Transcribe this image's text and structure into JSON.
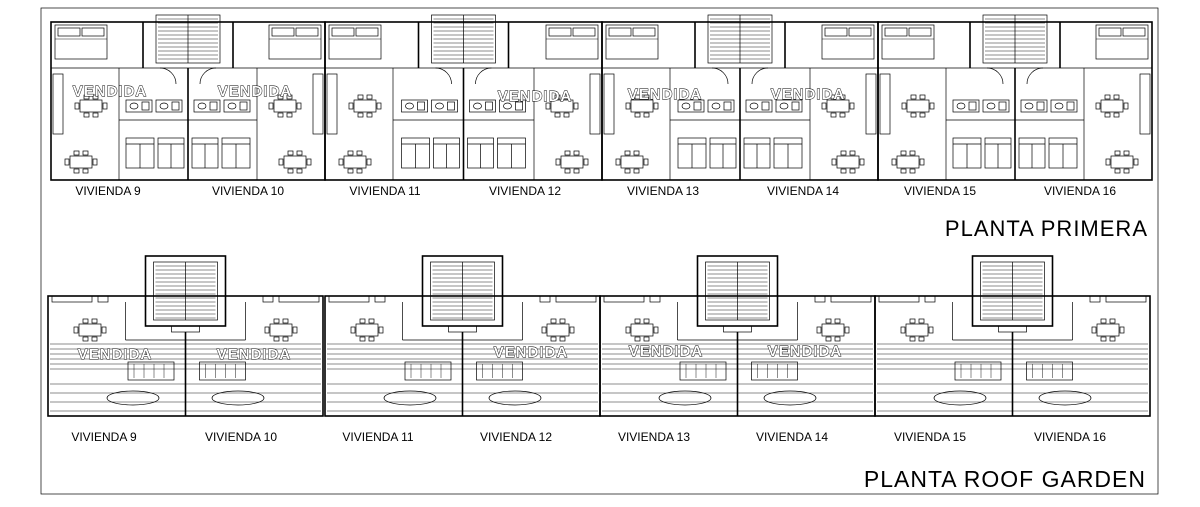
{
  "floors": [
    {
      "title": "PLANTA PRIMERA",
      "units": [
        {
          "label": "VIVIENDA 9",
          "sold": true
        },
        {
          "label": "VIVIENDA 10",
          "sold": true
        },
        {
          "label": "VIVIENDA 11",
          "sold": false
        },
        {
          "label": "VIVIENDA 12",
          "sold": true
        },
        {
          "label": "VIVIENDA 13",
          "sold": true
        },
        {
          "label": "VIVIENDA 14",
          "sold": true
        },
        {
          "label": "VIVIENDA 15",
          "sold": false
        },
        {
          "label": "VIVIENDA 16",
          "sold": false
        }
      ]
    },
    {
      "title": "PLANTA ROOF GARDEN",
      "units": [
        {
          "label": "VIVIENDA 9",
          "sold": true
        },
        {
          "label": "VIVIENDA 10",
          "sold": true
        },
        {
          "label": "VIVIENDA 11",
          "sold": false
        },
        {
          "label": "VIVIENDA 12",
          "sold": true
        },
        {
          "label": "VIVIENDA 13",
          "sold": true
        },
        {
          "label": "VIVIENDA 14",
          "sold": true
        },
        {
          "label": "VIVIENDA 15",
          "sold": false
        },
        {
          "label": "VIVIENDA 16",
          "sold": false
        }
      ]
    }
  ],
  "sold_stamp": "VENDIDA",
  "colors": {
    "ink": "#000000",
    "paper": "#ffffff"
  }
}
